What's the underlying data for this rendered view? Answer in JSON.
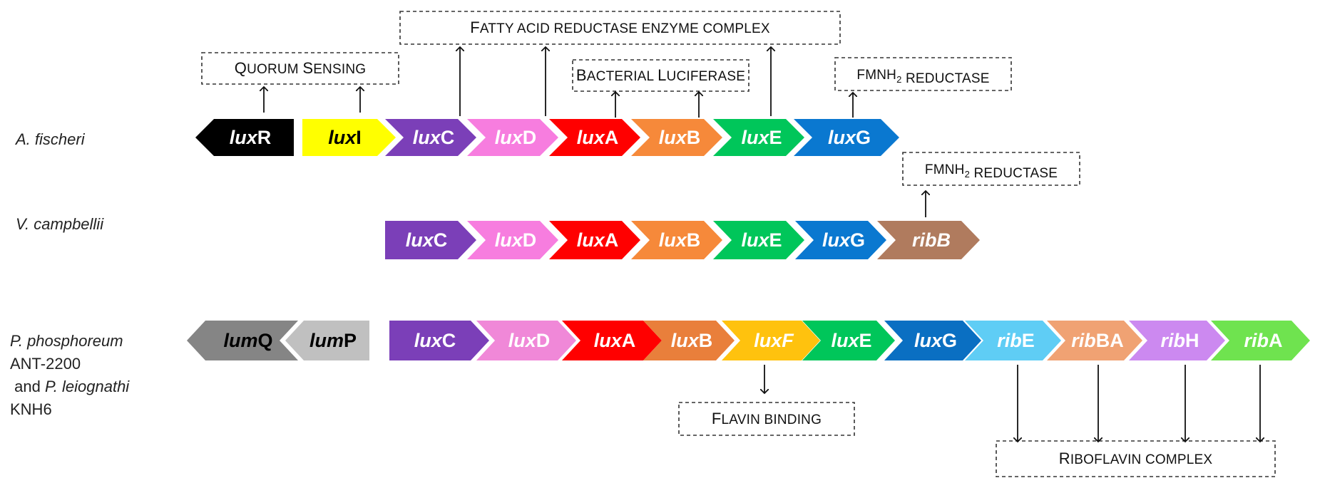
{
  "colors": {
    "black": "#000000",
    "yellow": "#ffff00",
    "purple": "#7b3fb8",
    "pink": "#f77ddf",
    "red": "#ff0000",
    "orange": "#f6893a",
    "green": "#00c65a",
    "blue": "#0a78d0",
    "brown": "#b07b5e",
    "gray_dark": "#858585",
    "gray_light": "#c0c0c0",
    "purple2": "#7b3fb8",
    "pink2": "#f088d8",
    "orange2": "#e97f3b",
    "gold": "#ffc20e",
    "green2": "#00c65a",
    "blue2": "#0a6fc2",
    "sky": "#5fcdf5",
    "salmon": "#f0a273",
    "lavender": "#cc89f0",
    "lime": "#6fe34f"
  },
  "organisms": [
    {
      "lines": [
        [
          {
            "t": "A. fischeri",
            "i": true
          }
        ]
      ]
    },
    {
      "lines": [
        [
          {
            "t": "V. campbellii",
            "i": true
          }
        ]
      ]
    },
    {
      "lines": [
        [
          {
            "t": "P. phosphoreum",
            "i": true
          }
        ],
        [
          {
            "t": "ANT-2200",
            "i": false
          }
        ],
        [
          {
            "t": " and ",
            "i": false
          },
          {
            "t": "P. leiognathi",
            "i": true
          }
        ],
        [
          {
            "t": "KNH6",
            "i": false
          }
        ]
      ]
    }
  ],
  "rows": [
    {
      "genes": [
        {
          "p": "lux",
          "s": "R",
          "color": "black",
          "text": "white",
          "dir": "left"
        },
        {
          "p": "lux",
          "s": "I",
          "color": "yellow",
          "text": "black",
          "dir": "right"
        },
        {
          "p": "lux",
          "s": "C",
          "color": "purple",
          "text": "white",
          "dir": "right"
        },
        {
          "p": "lux",
          "s": "D",
          "color": "pink",
          "text": "white",
          "dir": "right"
        },
        {
          "p": "lux",
          "s": "A",
          "color": "red",
          "text": "white",
          "dir": "right"
        },
        {
          "p": "lux",
          "s": "B",
          "color": "orange",
          "text": "white",
          "dir": "right"
        },
        {
          "p": "lux",
          "s": "E",
          "color": "green",
          "text": "white",
          "dir": "right"
        },
        {
          "p": "lux",
          "s": "G",
          "color": "blue",
          "text": "white",
          "dir": "right"
        }
      ]
    },
    {
      "genes": [
        {
          "p": "lux",
          "s": "C",
          "color": "purple",
          "text": "white",
          "dir": "right"
        },
        {
          "p": "lux",
          "s": "D",
          "color": "pink",
          "text": "white",
          "dir": "right"
        },
        {
          "p": "lux",
          "s": "A",
          "color": "red",
          "text": "white",
          "dir": "right"
        },
        {
          "p": "lux",
          "s": "B",
          "color": "orange",
          "text": "white",
          "dir": "right"
        },
        {
          "p": "lux",
          "s": "E",
          "color": "green",
          "text": "white",
          "dir": "right"
        },
        {
          "p": "lux",
          "s": "G",
          "color": "blue",
          "text": "white",
          "dir": "right"
        },
        {
          "p": "ribB",
          "s": "",
          "color": "brown",
          "text": "white",
          "dir": "right"
        }
      ]
    },
    {
      "genes": [
        {
          "p": "lum",
          "s": "Q",
          "color": "gray_dark",
          "text": "black",
          "dir": "left"
        },
        {
          "p": "lum",
          "s": "P",
          "color": "gray_light",
          "text": "black",
          "dir": "left"
        },
        {
          "p": "lux",
          "s": "C",
          "color": "purple2",
          "text": "white",
          "dir": "right"
        },
        {
          "p": "lux",
          "s": "D",
          "color": "pink2",
          "text": "white",
          "dir": "right"
        },
        {
          "p": "lux",
          "s": "A",
          "color": "red",
          "text": "white",
          "dir": "right"
        },
        {
          "p": "lux",
          "s": "B",
          "color": "orange2",
          "text": "white",
          "dir": "right"
        },
        {
          "p": "luxF",
          "s": "",
          "color": "gold",
          "text": "white",
          "dir": "right"
        },
        {
          "p": "lux",
          "s": "E",
          "color": "green2",
          "text": "white",
          "dir": "right"
        },
        {
          "p": "lux",
          "s": "G",
          "color": "blue2",
          "text": "white",
          "dir": "right"
        },
        {
          "p": "rib",
          "s": "E",
          "color": "sky",
          "text": "white",
          "dir": "right"
        },
        {
          "p": "rib",
          "s": "BA",
          "color": "salmon",
          "text": "white",
          "dir": "right"
        },
        {
          "p": "rib",
          "s": "H",
          "color": "lavender",
          "text": "white",
          "dir": "right"
        },
        {
          "p": "rib",
          "s": "A",
          "color": "lime",
          "text": "white",
          "dir": "right"
        }
      ]
    }
  ],
  "functions": [
    {
      "parts": [
        {
          "t": "Q",
          "big": true
        },
        {
          "t": "UORUM ",
          "big": false
        },
        {
          "t": "S",
          "big": true
        },
        {
          "t": "ENSING",
          "big": false
        }
      ]
    },
    {
      "parts": [
        {
          "t": "F",
          "big": true
        },
        {
          "t": "ATTY ACID REDUCTASE ENZYME COMPLEX",
          "big": false
        }
      ]
    },
    {
      "parts": [
        {
          "t": "B",
          "big": true
        },
        {
          "t": "ACTERIAL ",
          "big": false
        },
        {
          "t": "L",
          "big": true
        },
        {
          "t": "UCIFERASE",
          "big": false
        }
      ]
    },
    {
      "parts": [
        {
          "t": "FMNH",
          "big": false
        },
        {
          "t": "2",
          "sub": true
        },
        {
          "t": " REDUCTASE",
          "big": false
        }
      ]
    },
    {
      "parts": [
        {
          "t": "FMNH",
          "big": false
        },
        {
          "t": "2",
          "sub": true
        },
        {
          "t": " REDUCTASE",
          "big": false
        }
      ]
    },
    {
      "parts": [
        {
          "t": "F",
          "big": true
        },
        {
          "t": "LAVIN BINDING",
          "big": false
        }
      ]
    },
    {
      "parts": [
        {
          "t": "R",
          "big": true
        },
        {
          "t": "IBOFLAVIN COMPLEX",
          "big": false
        }
      ]
    }
  ]
}
